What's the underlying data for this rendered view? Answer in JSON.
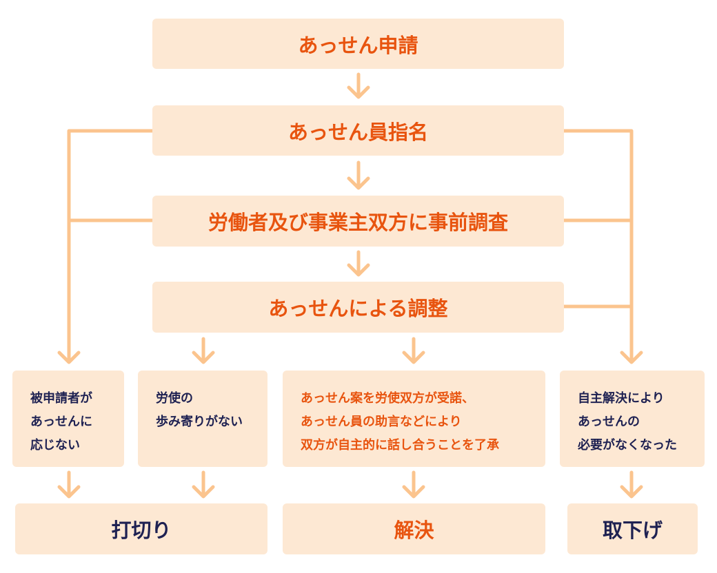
{
  "steps": {
    "apply": "あっせん申請",
    "appoint": "あっせん員指名",
    "survey": "労働者及び事業主双方に事前調査",
    "mediate": "あっせんによる調整"
  },
  "outcomes": {
    "no_response": [
      "被申請者が",
      "あっせんに",
      "応じない"
    ],
    "no_compromise": [
      "労使の",
      "歩み寄りがない"
    ],
    "agreement": [
      "あっせん案を労使双方が受諾、",
      "あっせん員の助言などにより",
      "双方が自主的に話し合うことを了承"
    ],
    "self_resolved": [
      "自主解決により",
      "あっせんの",
      "必要がなくなった"
    ]
  },
  "results": {
    "terminated": "打切り",
    "resolved": "解決",
    "withdrawn": "取下げ"
  },
  "colors": {
    "box": "#fde8d3",
    "accent": "#e8540f",
    "text": "#1e2152",
    "line": "#fbc48e"
  }
}
